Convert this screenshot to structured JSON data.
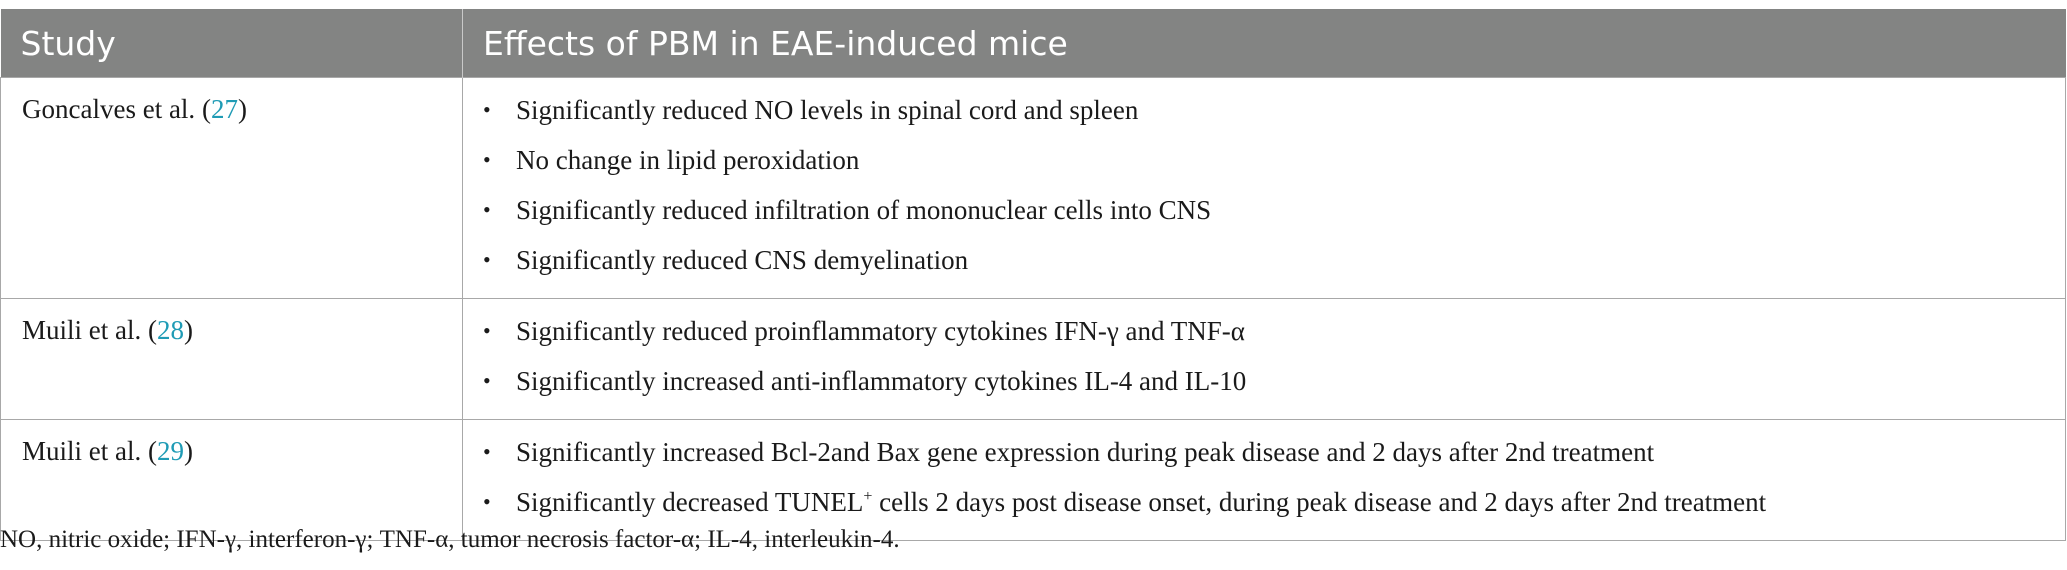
{
  "table": {
    "headers": [
      "Study",
      "Effects of PBM in EAE-induced mice"
    ],
    "rows": [
      {
        "study": "Goncalves et al.",
        "ref": "27",
        "effects": [
          {
            "text": "Significantly reduced NO levels in spinal cord and spleen"
          },
          {
            "text": "No change in lipid peroxidation"
          },
          {
            "text": "Significantly reduced infiltration of mononuclear cells into CNS"
          },
          {
            "text": "Significantly reduced CNS demyelination"
          }
        ]
      },
      {
        "study": "Muili et al.",
        "ref": "28",
        "effects": [
          {
            "text": "Significantly reduced proinflammatory cytokines IFN-γ and TNF-α"
          },
          {
            "text": "Significantly increased anti-inflammatory cytokines IL-4 and IL-10"
          }
        ]
      },
      {
        "study": "Muili et al.",
        "ref": "29",
        "effects": [
          {
            "text": "Significantly increased Bcl-2and Bax gene expression during peak disease and 2 days after 2nd treatment"
          },
          {
            "pre": "Significantly decreased TUNEL",
            "sup": "+",
            "post": " cells 2 days post disease onset, during peak disease and 2 days after 2nd treatment"
          }
        ]
      }
    ],
    "bullet_symbol": "•"
  },
  "footnote": "NO, nitric oxide; IFN-γ, interferon-γ; TNF-α, tumor necrosis factor-α; IL-4, interleukin-4.",
  "colors": {
    "header_bg": "#838483",
    "header_text": "#ffffff",
    "reference_link": "#1f9bb5",
    "border": "#a8a8a8"
  }
}
